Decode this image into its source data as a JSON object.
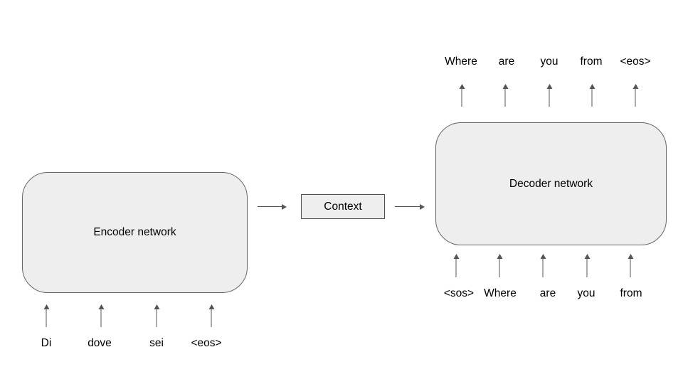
{
  "encoder": {
    "label": "Encoder network",
    "tokens": [
      "Di",
      "dove",
      "sei",
      "<eos>"
    ]
  },
  "context": {
    "label": "Context"
  },
  "decoder": {
    "label": "Decoder network",
    "output_tokens": [
      "Where",
      "are",
      "you",
      "from",
      "<eos>"
    ],
    "input_tokens": [
      "<sos>",
      "Where",
      "are",
      "you",
      "from"
    ]
  },
  "colors": {
    "background": "#ffffff",
    "box_fill": "#eeeeee",
    "box_border": "#666666",
    "context_border": "#4d4d4d",
    "arrow": "#555555",
    "text": "#000000"
  }
}
